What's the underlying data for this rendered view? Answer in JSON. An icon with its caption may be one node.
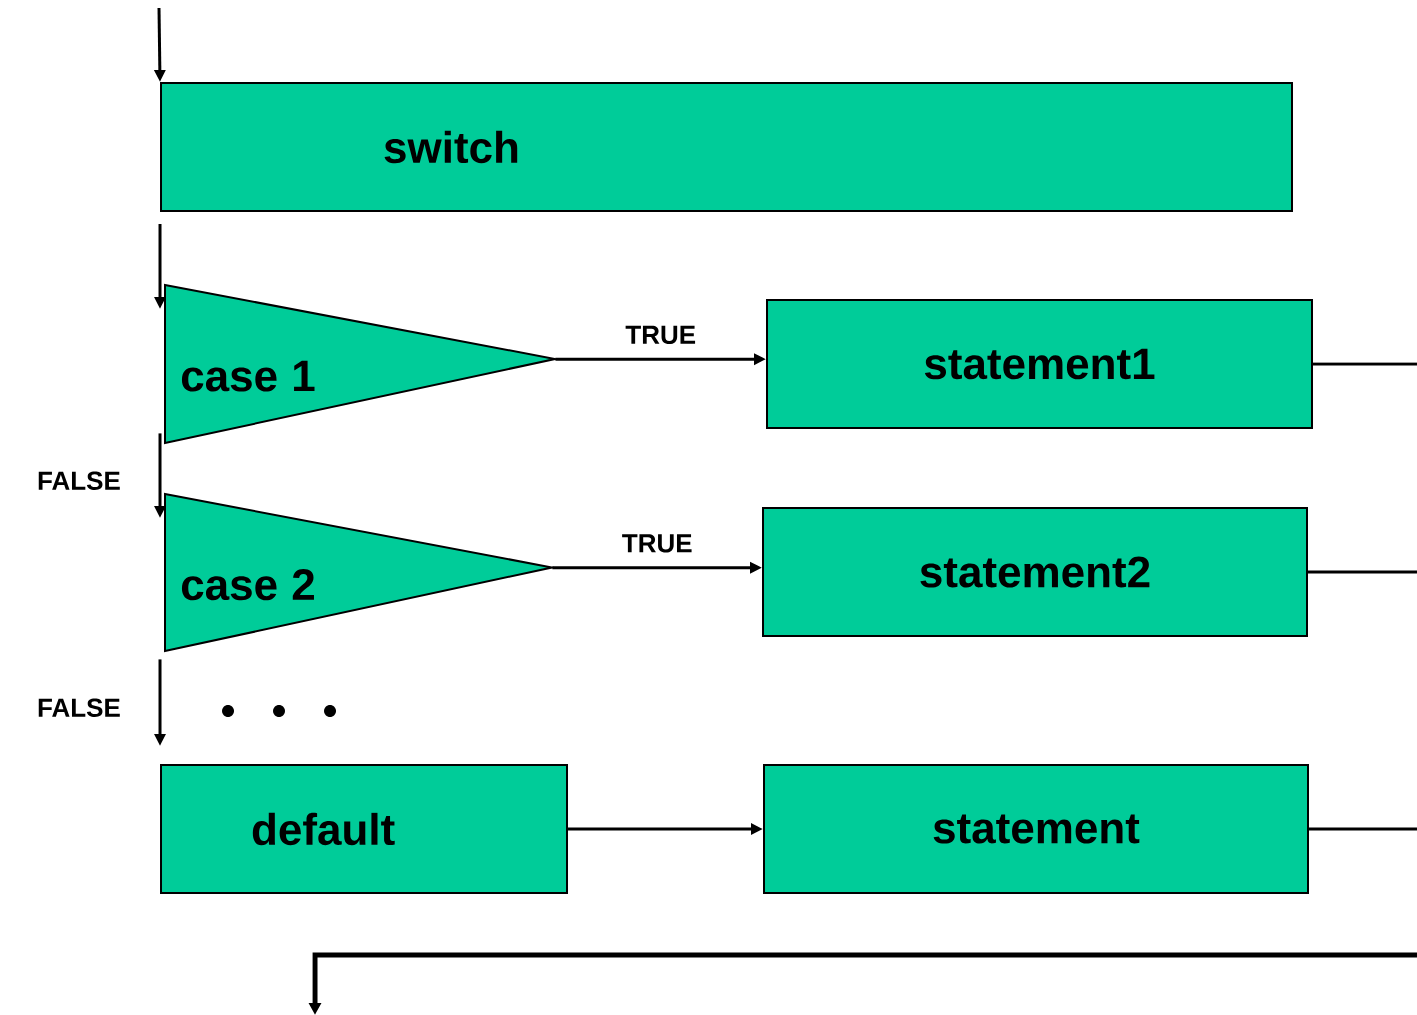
{
  "diagram": {
    "nodes": [
      {
        "text": [
          "switch"
        ]
      },
      {
        "text": [
          "case 1"
        ]
      },
      {
        "text": [
          "statement1"
        ]
      },
      {
        "text": [
          "case 2"
        ]
      },
      {
        "text": [
          "statement2"
        ]
      },
      {
        "text": [
          "default"
        ]
      },
      {
        "text": [
          "statement"
        ]
      }
    ],
    "edges": [
      {
        "from": null,
        "to": 0,
        "arrow": "to"
      },
      {
        "from": 0,
        "to": 1,
        "arrow": "to"
      },
      {
        "from": 1,
        "to": 2,
        "arrow": "to",
        "label": "TRUE"
      },
      {
        "from": 1,
        "to": 3,
        "arrow": "to",
        "label": "FALSE"
      },
      {
        "from": 3,
        "to": 4,
        "arrow": "to",
        "label": "TRUE"
      },
      {
        "from": 3,
        "to": 5,
        "arrow": "to",
        "label": "FALSE"
      },
      {
        "from": 5,
        "to": 6,
        "arrow": "to"
      },
      {
        "from": 2,
        "to": null,
        "arrow": "none"
      },
      {
        "from": 4,
        "to": null,
        "arrow": "none"
      },
      {
        "from": 6,
        "to": null,
        "arrow": "none"
      }
    ]
  }
}
